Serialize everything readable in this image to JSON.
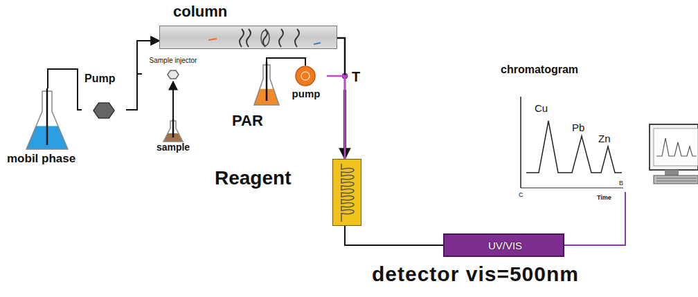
{
  "diagram": {
    "nodes": [
      {
        "text": [
          "column"
        ]
      },
      {
        "text": [
          "Pump"
        ]
      },
      {
        "text": [
          "Sample injector"
        ]
      },
      {
        "text": [
          "mobil phase"
        ]
      },
      {
        "text": [
          "sample"
        ]
      },
      {
        "text": [
          "PAR"
        ]
      },
      {
        "text": [
          "pump"
        ]
      },
      {
        "text": [
          "Reagent"
        ]
      },
      {
        "text": [
          "chromatogram"
        ]
      },
      {
        "text": [
          "UV/VIS"
        ]
      }
    ],
    "edges": [
      {
        "from": 3,
        "to": 1,
        "arrow": "none"
      },
      {
        "from": 1,
        "to": 0,
        "arrow": "to"
      },
      {
        "from": 4,
        "to": 2,
        "arrow": "to"
      },
      {
        "from": 2,
        "to": 0,
        "arrow": "to"
      },
      {
        "from": 0,
        "to": 7,
        "arrow": "to"
      },
      {
        "from": 5,
        "to": 6,
        "arrow": "none"
      },
      {
        "from": 6,
        "to": 7,
        "arrow": "none"
      },
      {
        "from": 7,
        "to": 9,
        "arrow": "none"
      },
      {
        "from": 9,
        "to": 8,
        "arrow": "none"
      }
    ],
    "labels": [
      "T",
      "Cu",
      "Pb",
      "Zn",
      "C",
      "B",
      "Time",
      "detector vis=500nm"
    ]
  }
}
